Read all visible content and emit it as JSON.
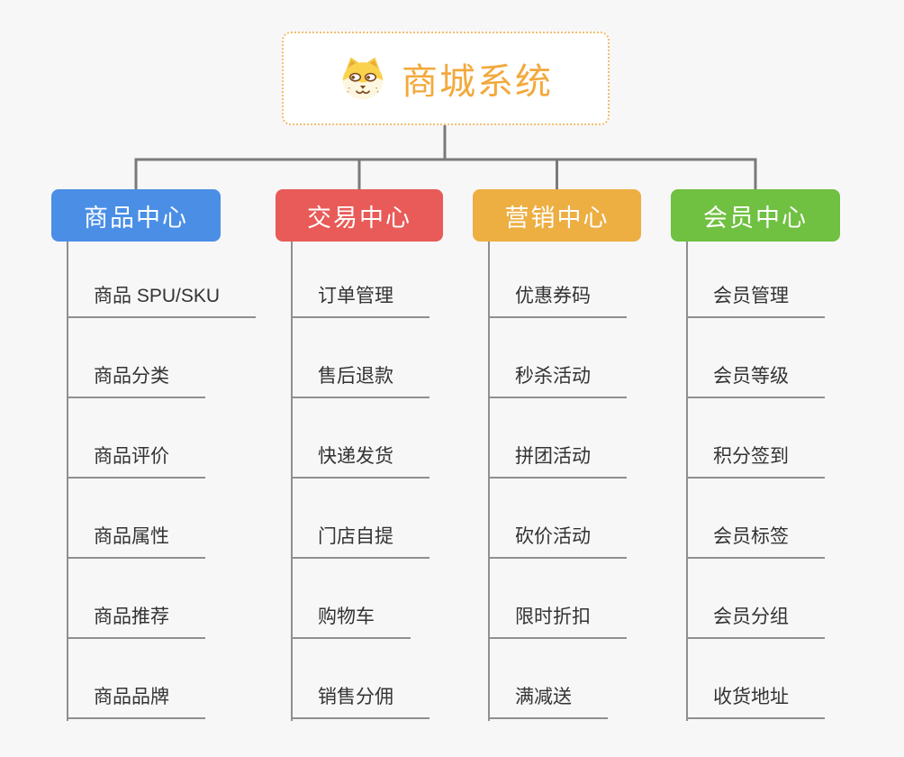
{
  "root": {
    "title": "商城系统",
    "icon": "doge-icon",
    "title_color": "#f2a93c",
    "border_color": "#f2bd6e"
  },
  "connector_color": "#7a7a7a",
  "leaf_line_color": "#8f8f8f",
  "branches": [
    {
      "label": "商品中心",
      "color": "#4a8ee6",
      "children": [
        "商品 SPU/SKU",
        "商品分类",
        "商品评价",
        "商品属性",
        "商品推荐",
        "商品品牌"
      ]
    },
    {
      "label": "交易中心",
      "color": "#e85b58",
      "children": [
        "订单管理",
        "售后退款",
        "快递发货",
        "门店自提",
        "购物车",
        "销售分佣"
      ]
    },
    {
      "label": "营销中心",
      "color": "#edae42",
      "children": [
        "优惠券码",
        "秒杀活动",
        "拼团活动",
        "砍价活动",
        "限时折扣",
        "满减送"
      ]
    },
    {
      "label": "会员中心",
      "color": "#70c041",
      "children": [
        "会员管理",
        "会员等级",
        "积分签到",
        "会员标签",
        "会员分组",
        "收货地址"
      ]
    }
  ]
}
